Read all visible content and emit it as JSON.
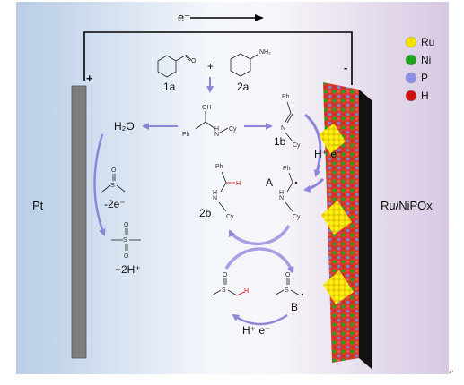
{
  "electron_flow_label": "e⁻",
  "anode_sign": "+",
  "cathode_sign": "-",
  "anode_label": "Pt",
  "cathode_label": "Ru/NiPOx",
  "legend": [
    {
      "label": "Ru",
      "color": "#f2e000"
    },
    {
      "label": "Ni",
      "color": "#1fa31f"
    },
    {
      "label": "P",
      "color": "#8f8fe8"
    },
    {
      "label": "H",
      "color": "#d01010"
    }
  ],
  "compounds": {
    "c1a": "1a",
    "c2a": "2a",
    "c1b": "1b",
    "c2b": "2b",
    "intA": "A",
    "intB": "B"
  },
  "plus_sign": "+",
  "anode_side": {
    "water": "H₂O",
    "minus_2e": "-2e⁻",
    "plus_2h": "+2H⁺"
  },
  "steps": {
    "h_plus_e_upper": "H⁺ e⁻",
    "h_plus_e_lower": "H⁺  e⁻"
  },
  "atoms": {
    "O": "O",
    "OH": "OH",
    "NH2": "NH₂",
    "N": "N",
    "H": "H",
    "Ph": "Ph",
    "Cy": "Cy",
    "S": "S"
  },
  "corner_mark": "↵"
}
